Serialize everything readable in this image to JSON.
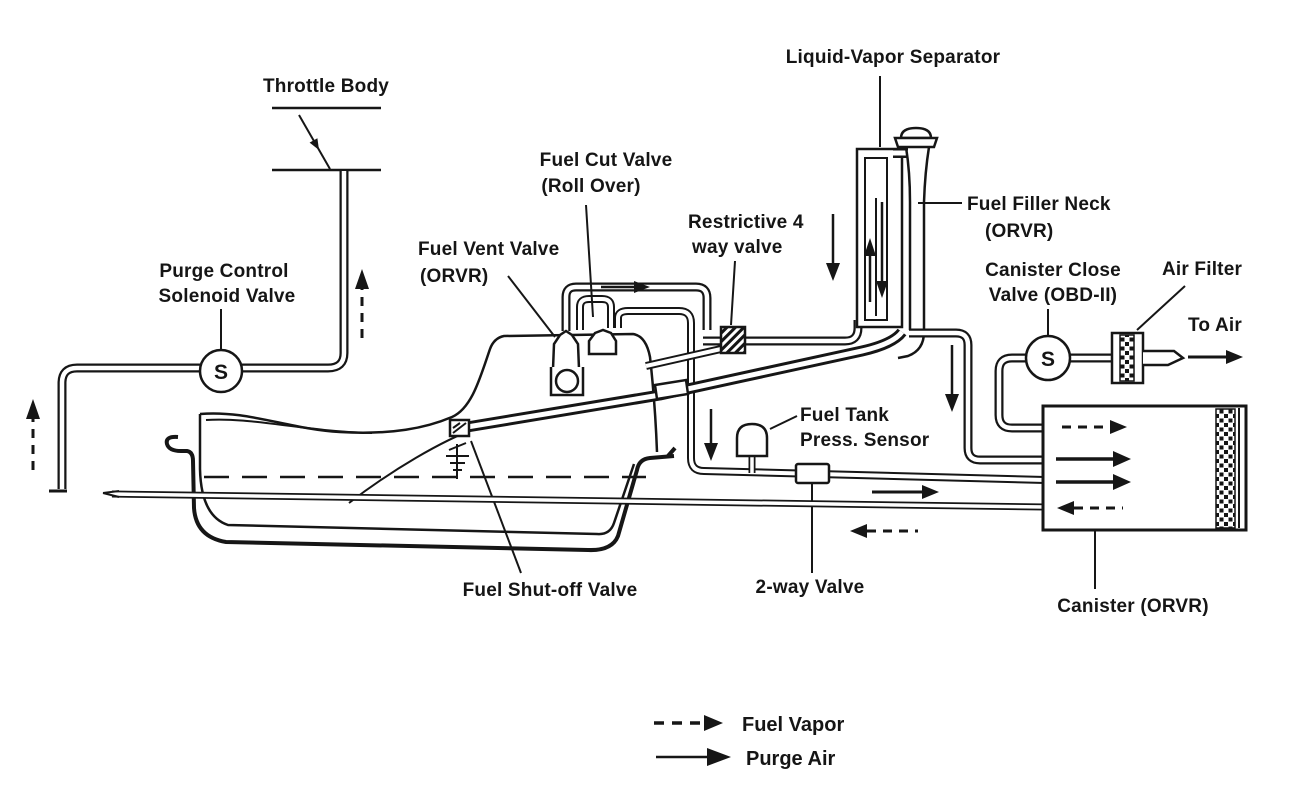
{
  "diagram": {
    "ink_color": "#161616",
    "background_color": "#ffffff"
  },
  "labels": {
    "throttle_body": "Throttle Body",
    "purge_control_l1": "Purge Control",
    "purge_control_l2": "Solenoid Valve",
    "fuel_cut_valve_l1": "Fuel Cut Valve",
    "fuel_cut_valve_l2": "(Roll Over)",
    "fuel_vent_valve_l1": "Fuel Vent Valve",
    "fuel_vent_valve_l2": "(ORVR)",
    "restrictive_valve_l1": "Restrictive 4",
    "restrictive_valve_l2": "way valve",
    "liquid_vapor_separator": "Liquid-Vapor Separator",
    "fuel_filler_neck_l1": "Fuel Filler Neck",
    "fuel_filler_neck_l2": "(ORVR)",
    "canister_close_valve_l1": "Canister Close",
    "canister_close_valve_l2": "Valve (OBD-II)",
    "air_filter": "Air Filter",
    "to_air": "To Air",
    "fuel_tank_press_sensor_l1": "Fuel Tank",
    "fuel_tank_press_sensor_l2": "Press. Sensor",
    "fuel_shut_off_valve": "Fuel Shut-off Valve",
    "two_way_valve": "2-way Valve",
    "canister_orvr": "Canister (ORVR)"
  },
  "symbols": {
    "solenoid": "S"
  },
  "legend": {
    "fuel_vapor": "Fuel Vapor",
    "purge_air": "Purge Air"
  }
}
